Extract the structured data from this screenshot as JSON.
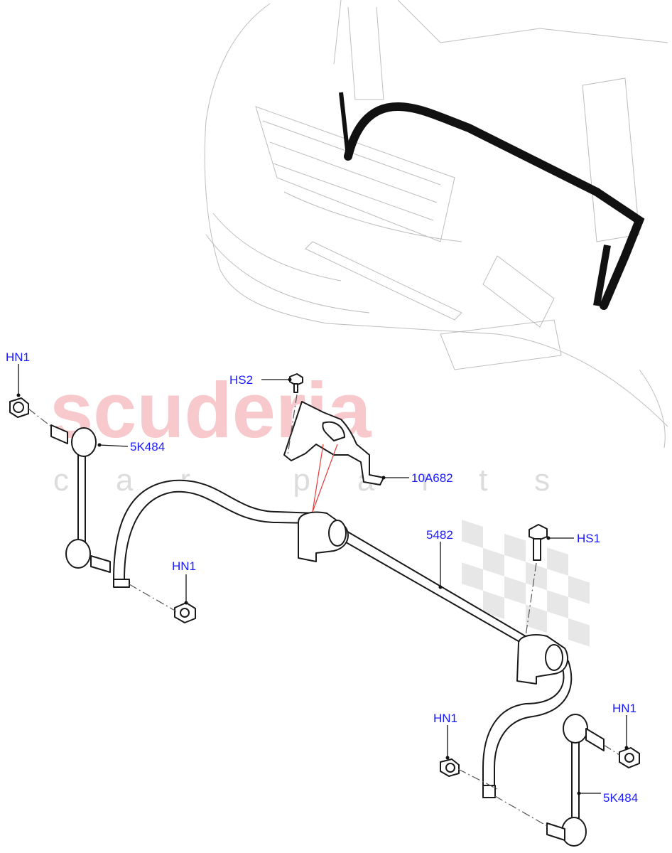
{
  "watermark": {
    "brand": "scuderia",
    "sub": "car parts"
  },
  "labels": {
    "hn1_a": "HN1",
    "hs2": "HS2",
    "k5484_a": "5K484",
    "a10682": "10A682",
    "hn1_b": "HN1",
    "p5482": "5482",
    "hs1": "HS1",
    "hn1_c": "HN1",
    "hn1_d": "HN1",
    "k5484_b": "5K484"
  },
  "colors": {
    "label": "#1a1aff",
    "watermark_red": "#f7c9cc",
    "watermark_grey": "#dcdcdc"
  }
}
